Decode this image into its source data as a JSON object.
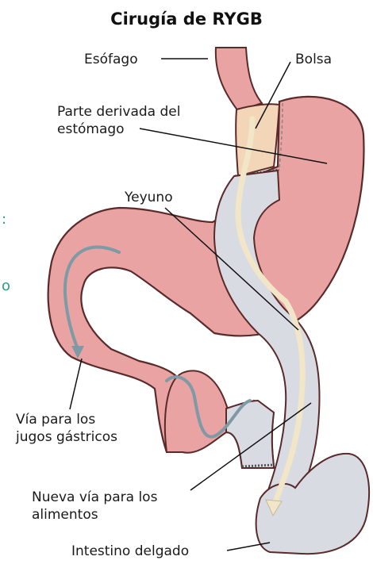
{
  "title": "Cirugía de RYGB",
  "labels": {
    "esophagus": "Esófago",
    "pouch": "Bolsa",
    "bypassed_line1": "Parte derivada del",
    "bypassed_line2": "estómago",
    "jejunum": "Yeyuno",
    "juices_line1": "Vía para los",
    "juices_line2": "jugos gástricos",
    "food_line1": "Nueva vía para los",
    "food_line2": "alimentos",
    "intestine": "Intestino delgado"
  },
  "edge_fragments": {
    "colon": ":",
    "letter_o": "o"
  },
  "colors": {
    "stomach_pink": "#e9a3a3",
    "stomach_outline": "#5a2a2a",
    "pouch_beige": "#f3d6b8",
    "intestine_gray": "#d9dbe3",
    "food_path": "#f2e6c8",
    "juice_path": "#7d9aa5",
    "teal_text": "#2a9d8f"
  }
}
